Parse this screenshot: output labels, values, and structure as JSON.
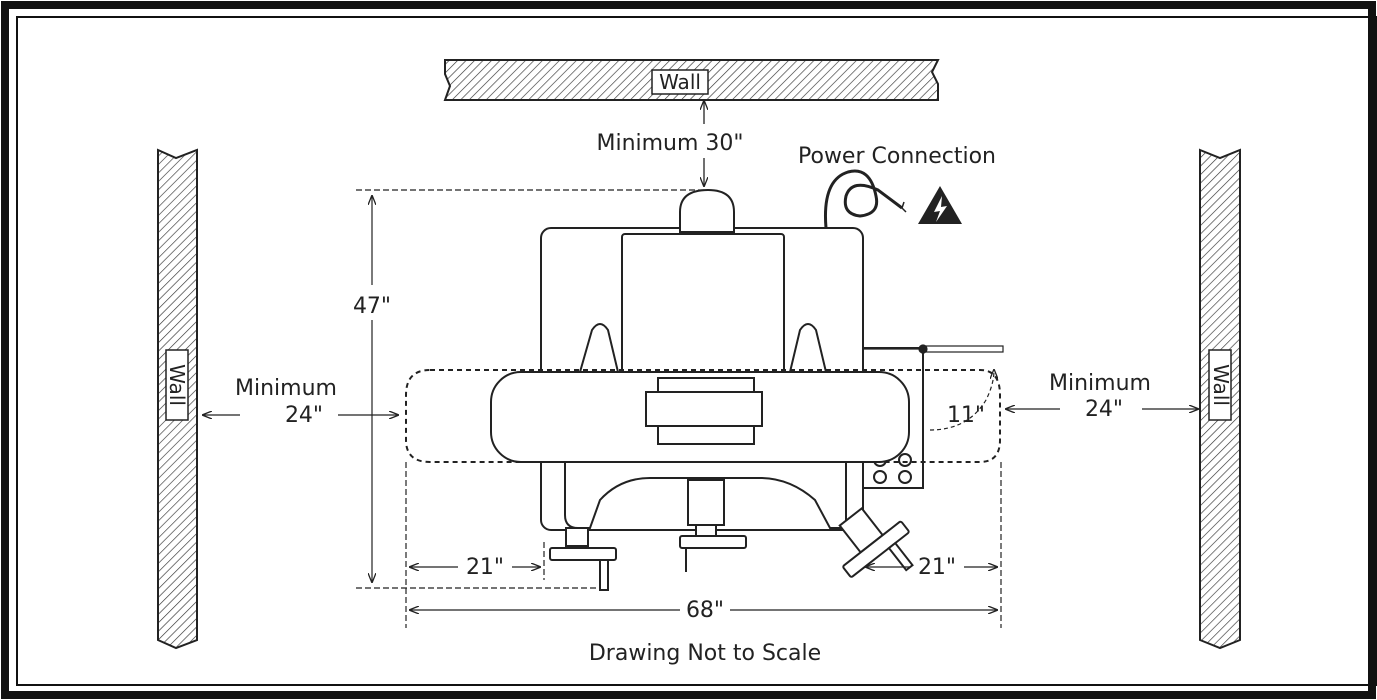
{
  "walls": {
    "top_label": "Wall",
    "left_label": "Wall",
    "right_label": "Wall"
  },
  "dimensions": {
    "top_clearance": "Minimum 30\"",
    "left_clearance_line1": "Minimum",
    "left_clearance_line2": "24\"",
    "right_clearance_line1": "Minimum",
    "right_clearance_line2": "24\"",
    "depth": "47\"",
    "overhang": "11\"",
    "left_offset": "21\"",
    "right_offset": "21\"",
    "overall_width": "68\""
  },
  "power": {
    "label": "Power Connection",
    "icon": "high-voltage-warning-icon"
  },
  "note": "Drawing Not to Scale",
  "colors": {
    "ink": "#222222",
    "frame": "#111111"
  }
}
